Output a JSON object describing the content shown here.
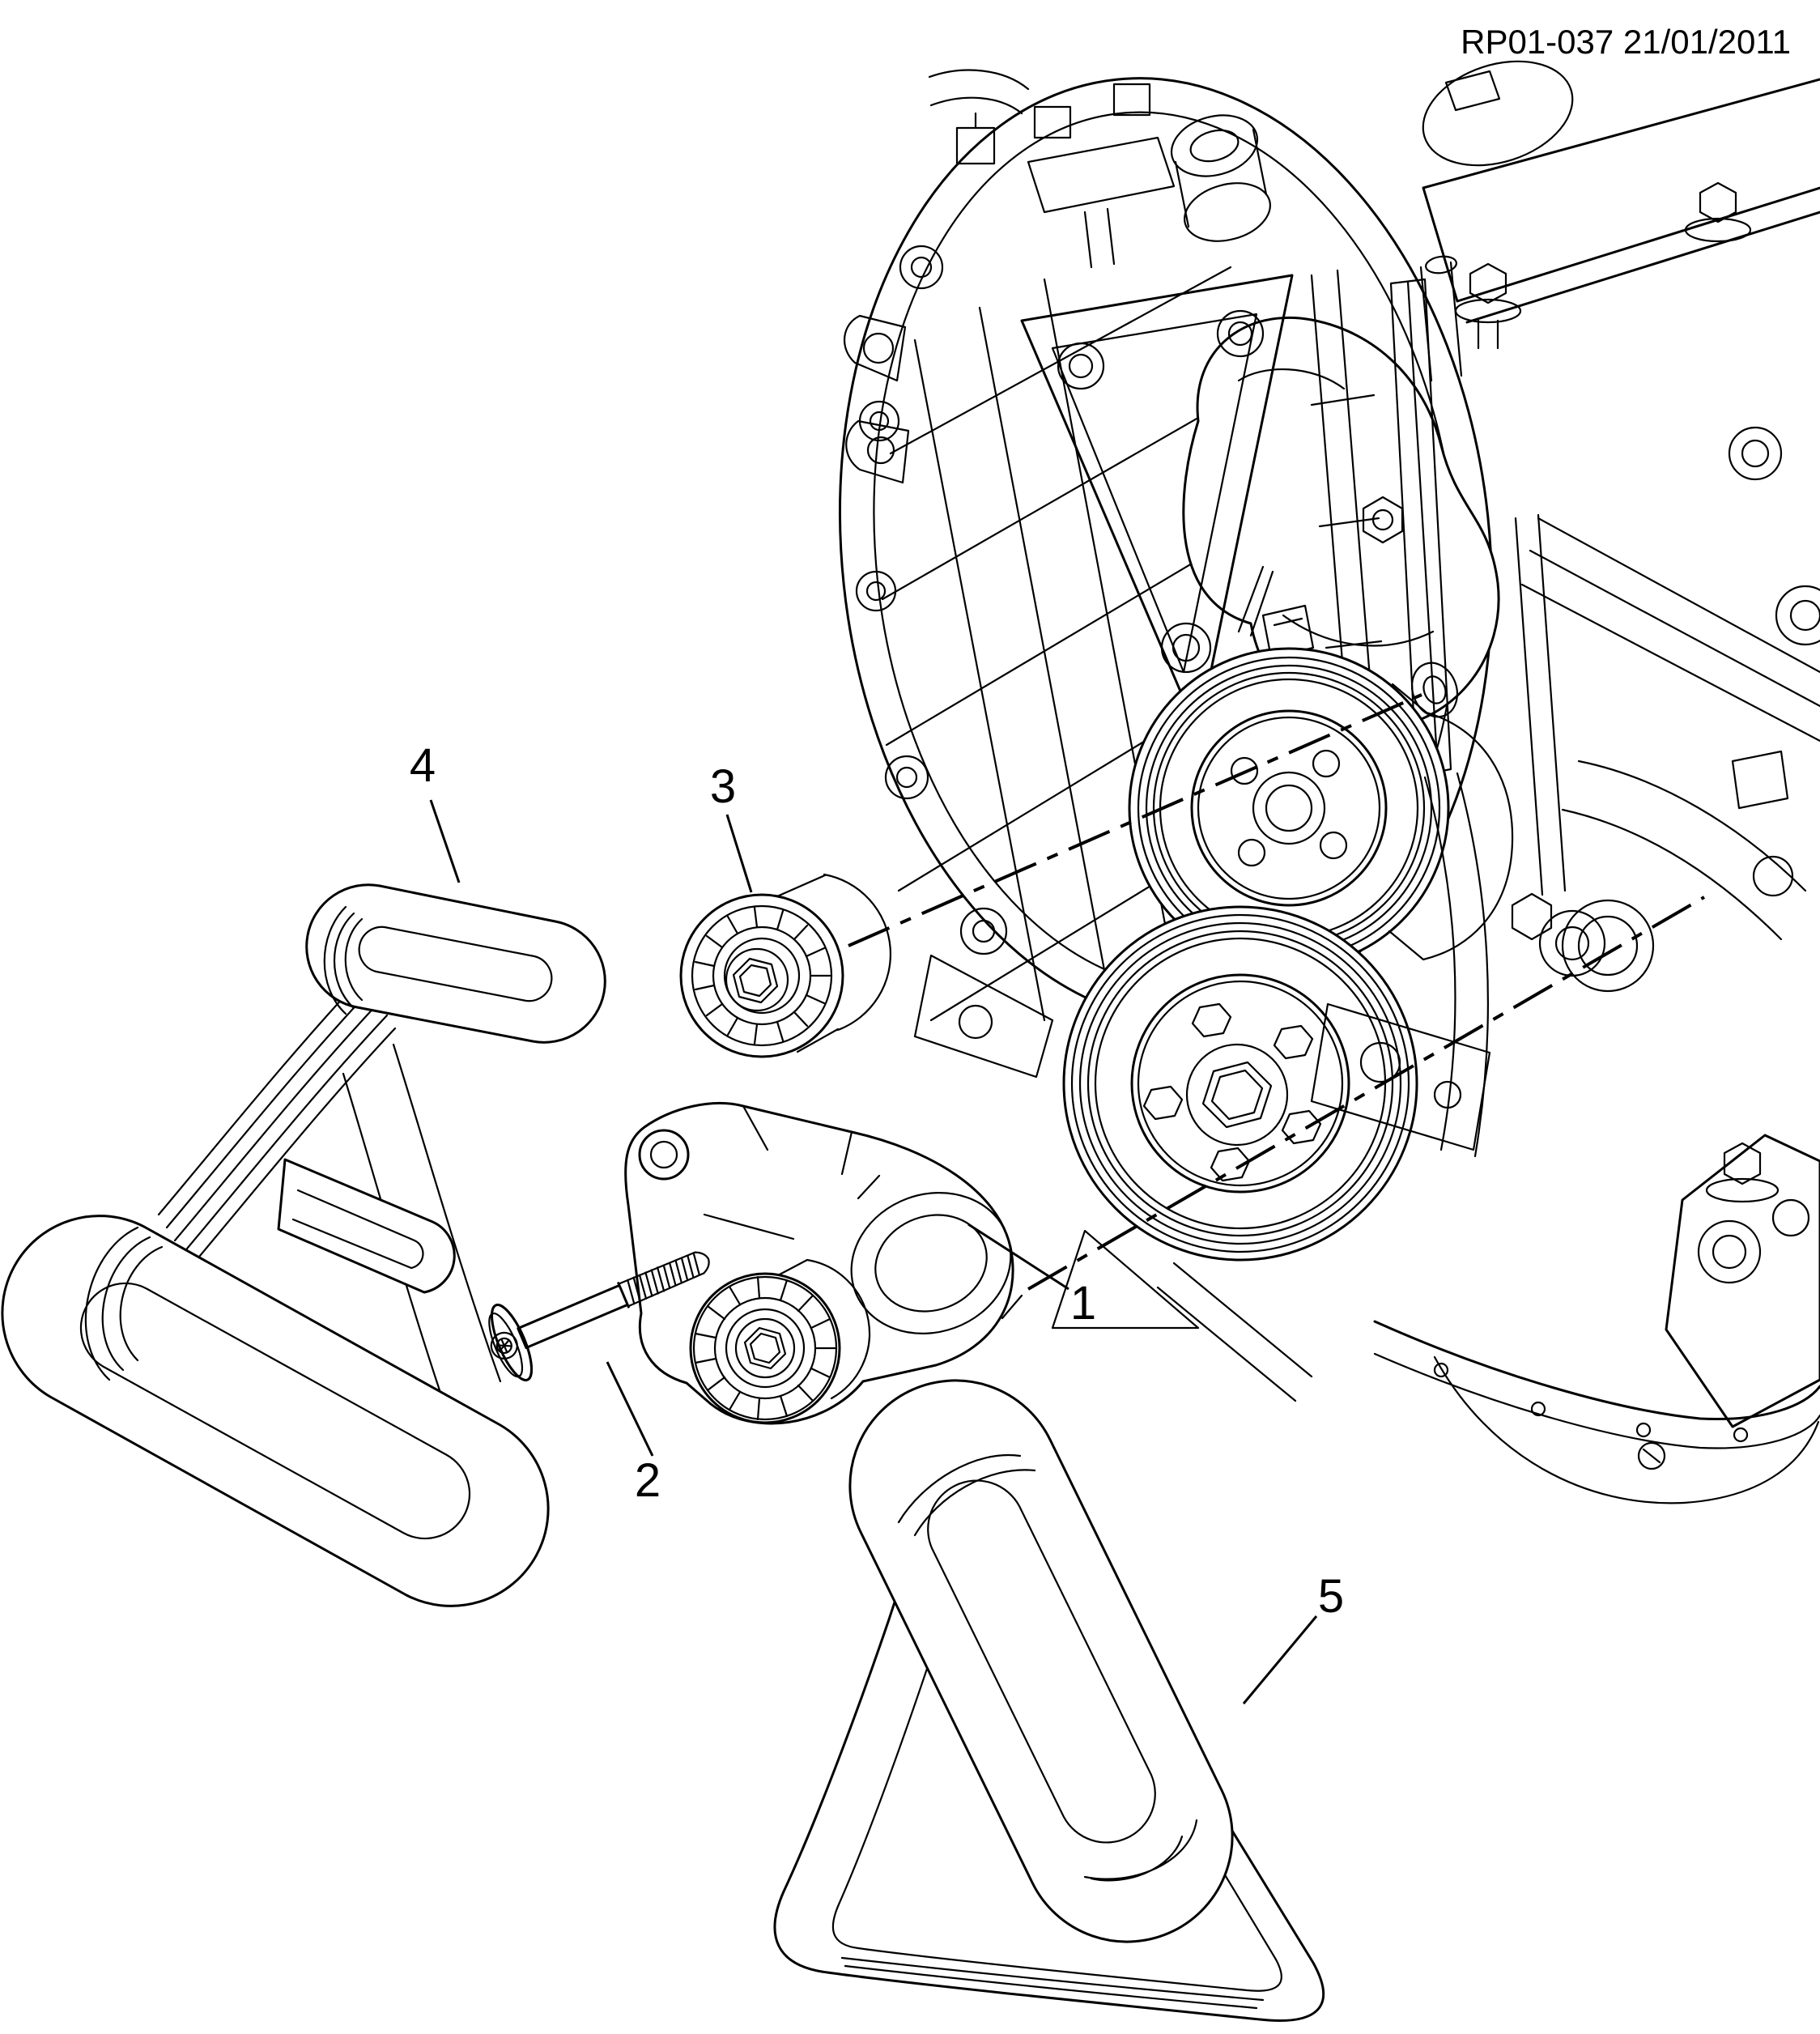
{
  "header": {
    "label": "RP01-037 21/01/2011"
  },
  "callouts": [
    {
      "id": "1",
      "label": "1"
    },
    {
      "id": "2",
      "label": "2"
    },
    {
      "id": "3",
      "label": "3"
    },
    {
      "id": "4",
      "label": "4"
    },
    {
      "id": "5",
      "label": "5"
    }
  ],
  "colors": {
    "ink": "#000000",
    "background": "#ffffff"
  }
}
